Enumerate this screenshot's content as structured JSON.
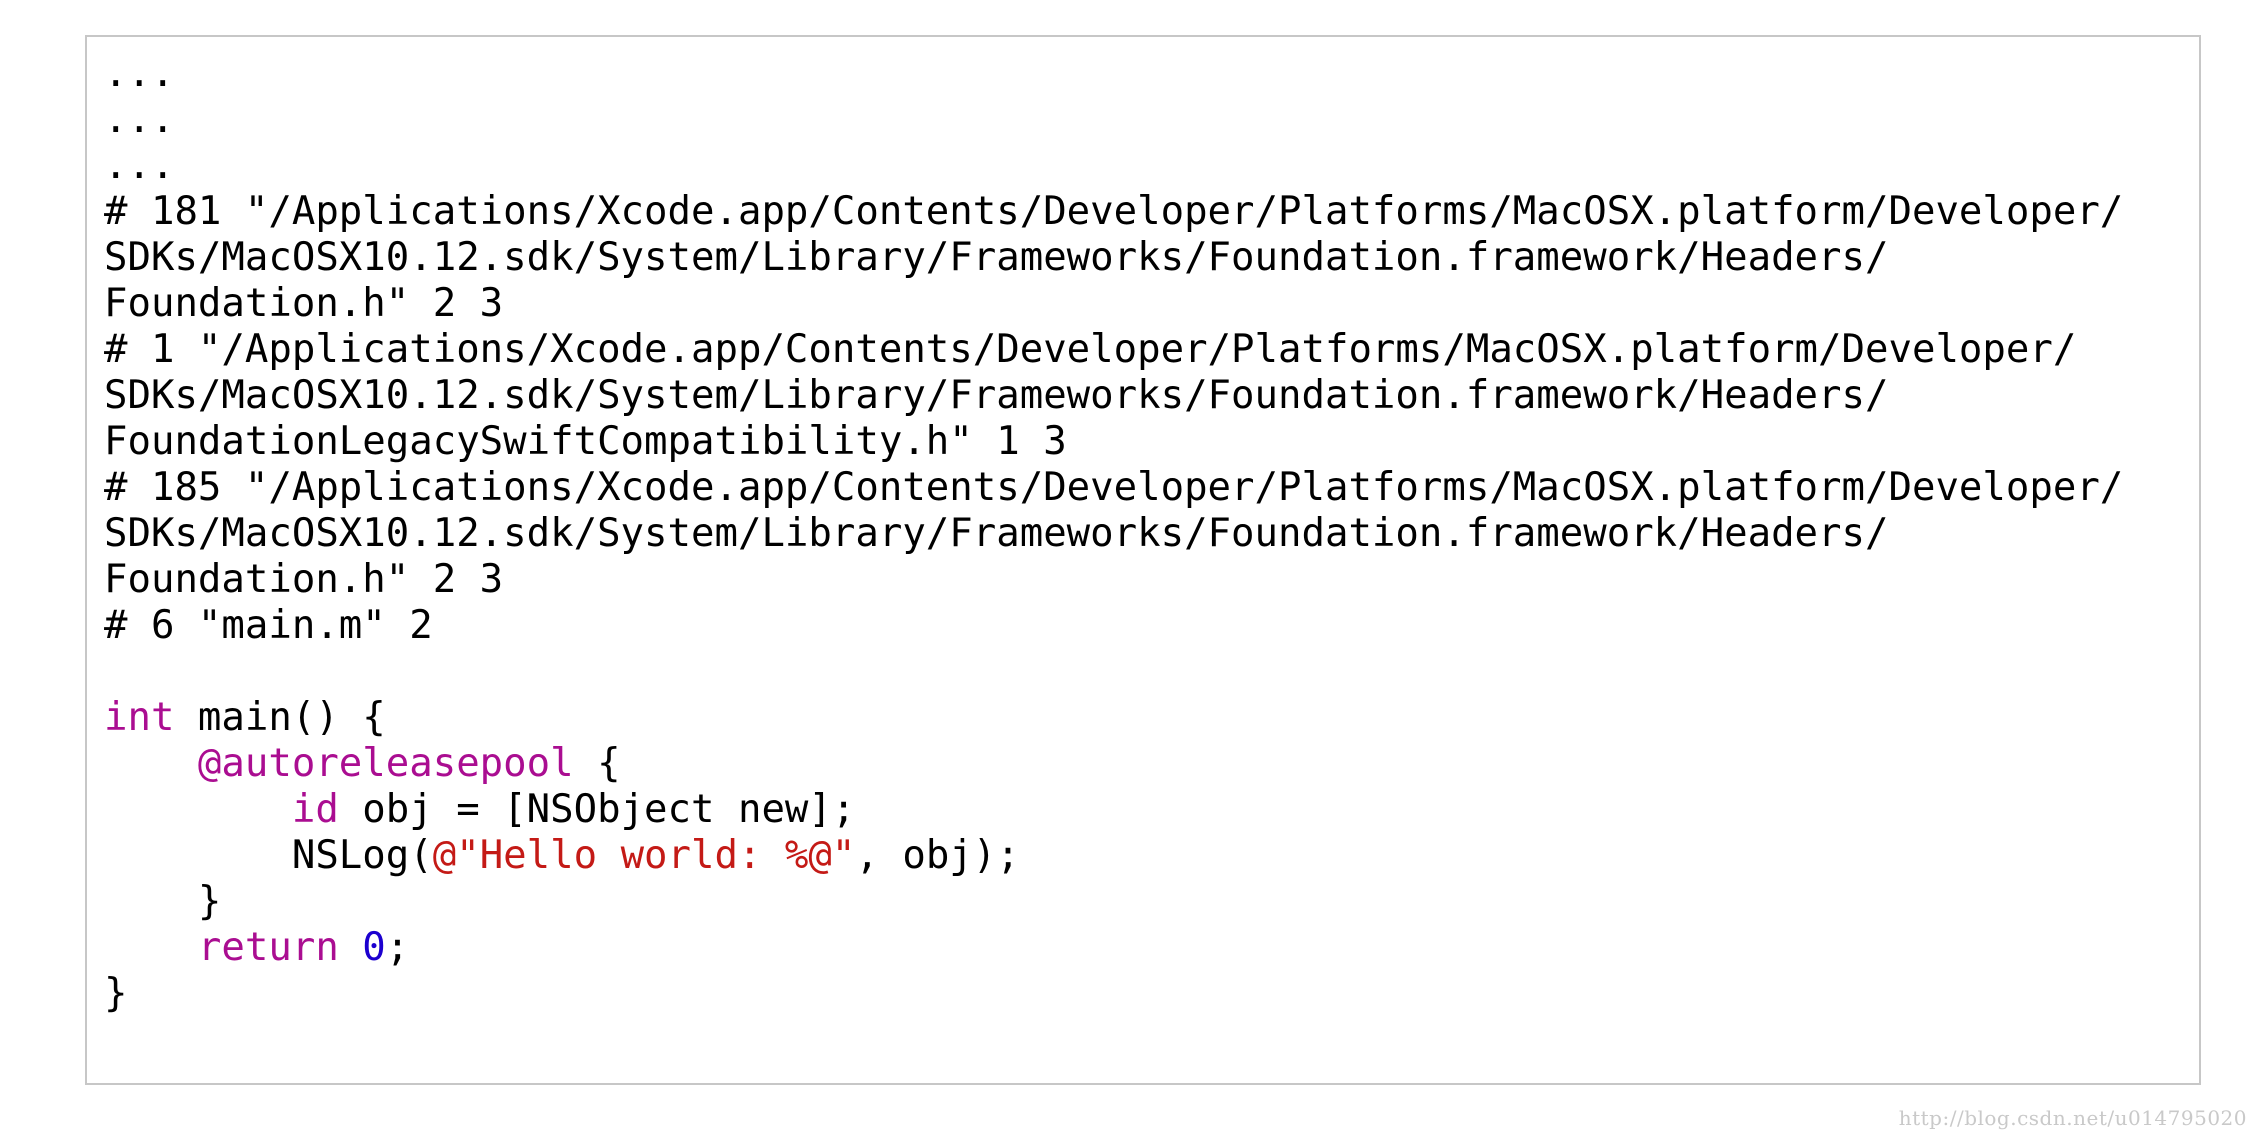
{
  "colors": {
    "keyword": "#aa0d91",
    "string": "#c41a16",
    "number": "#1c00cf",
    "plain": "#000000",
    "border": "#c7c7c7",
    "watermark": "#c9c9c9"
  },
  "code": {
    "lines": [
      [
        {
          "t": "...",
          "k": "plain"
        }
      ],
      [
        {
          "t": "...",
          "k": "plain"
        }
      ],
      [
        {
          "t": "...",
          "k": "plain"
        }
      ],
      [
        {
          "t": "# 181 \"/Applications/Xcode.app/Contents/Developer/Platforms/MacOSX.platform/Developer/",
          "k": "plain"
        }
      ],
      [
        {
          "t": "SDKs/MacOSX10.12.sdk/System/Library/Frameworks/Foundation.framework/Headers/",
          "k": "plain"
        }
      ],
      [
        {
          "t": "Foundation.h\" 2 3",
          "k": "plain"
        }
      ],
      [
        {
          "t": "# 1 \"/Applications/Xcode.app/Contents/Developer/Platforms/MacOSX.platform/Developer/",
          "k": "plain"
        }
      ],
      [
        {
          "t": "SDKs/MacOSX10.12.sdk/System/Library/Frameworks/Foundation.framework/Headers/",
          "k": "plain"
        }
      ],
      [
        {
          "t": "FoundationLegacySwiftCompatibility.h\" 1 3",
          "k": "plain"
        }
      ],
      [
        {
          "t": "# 185 \"/Applications/Xcode.app/Contents/Developer/Platforms/MacOSX.platform/Developer/",
          "k": "plain"
        }
      ],
      [
        {
          "t": "SDKs/MacOSX10.12.sdk/System/Library/Frameworks/Foundation.framework/Headers/",
          "k": "plain"
        }
      ],
      [
        {
          "t": "Foundation.h\" 2 3",
          "k": "plain"
        }
      ],
      [
        {
          "t": "# 6 \"main.m\" 2",
          "k": "plain"
        }
      ],
      [],
      [
        {
          "t": "int",
          "k": "keyword"
        },
        {
          "t": " main() {",
          "k": "plain"
        }
      ],
      [
        {
          "t": "    ",
          "k": "plain"
        },
        {
          "t": "@autoreleasepool",
          "k": "keyword"
        },
        {
          "t": " {",
          "k": "plain"
        }
      ],
      [
        {
          "t": "        ",
          "k": "plain"
        },
        {
          "t": "id",
          "k": "keyword"
        },
        {
          "t": " obj = [NSObject new];",
          "k": "plain"
        }
      ],
      [
        {
          "t": "        NSLog(",
          "k": "plain"
        },
        {
          "t": "@\"Hello world: %@\"",
          "k": "string"
        },
        {
          "t": ", obj);",
          "k": "plain"
        }
      ],
      [
        {
          "t": "    }",
          "k": "plain"
        }
      ],
      [
        {
          "t": "    ",
          "k": "plain"
        },
        {
          "t": "return",
          "k": "keyword"
        },
        {
          "t": " ",
          "k": "plain"
        },
        {
          "t": "0",
          "k": "number"
        },
        {
          "t": ";",
          "k": "plain"
        }
      ],
      [
        {
          "t": "}",
          "k": "plain"
        }
      ]
    ]
  },
  "watermark": {
    "text": "http://blog.csdn.net/u014795020"
  }
}
